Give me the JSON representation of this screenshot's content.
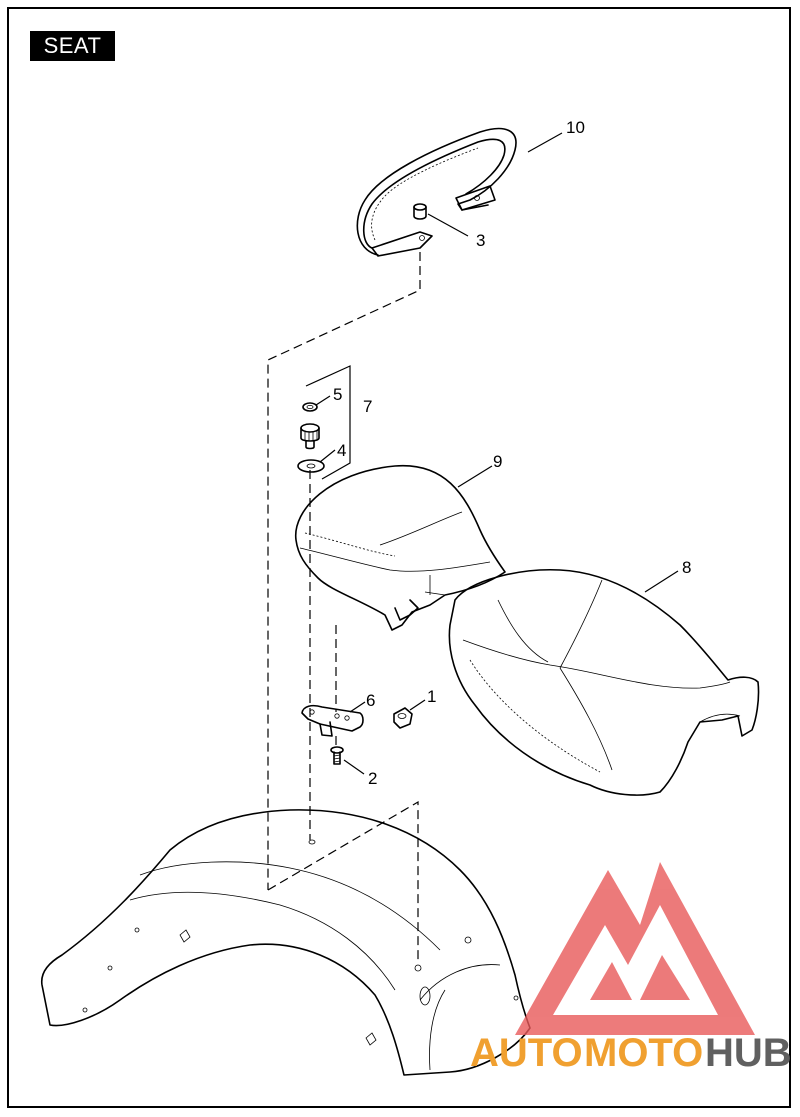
{
  "section_title": "SEAT",
  "callouts": [
    {
      "id": "c1",
      "label": "1"
    },
    {
      "id": "c2",
      "label": "2"
    },
    {
      "id": "c3",
      "label": "3"
    },
    {
      "id": "c4",
      "label": "4"
    },
    {
      "id": "c5",
      "label": "5"
    },
    {
      "id": "c6",
      "label": "6"
    },
    {
      "id": "c7",
      "label": "7"
    },
    {
      "id": "c8",
      "label": "8"
    },
    {
      "id": "c9",
      "label": "9"
    },
    {
      "id": "c10",
      "label": "10"
    }
  ],
  "watermark": {
    "part1": "AUTO",
    "part2": "MOTO",
    "part3": "HUB",
    "color_primary": "#f0a030",
    "color_secondary": "#606060",
    "logo_color": "#e85a5a"
  }
}
